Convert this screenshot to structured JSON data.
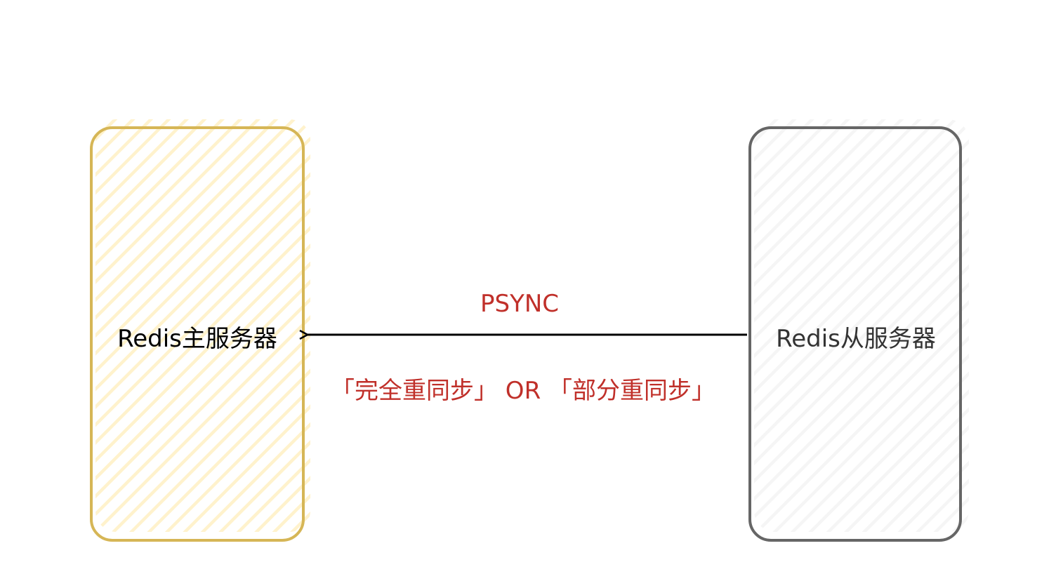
{
  "diagram": {
    "nodes": {
      "master": {
        "label": "Redis主服务器",
        "fill_color": "#fff2cc",
        "stroke_color": "#d6b656",
        "text_color": "#000000"
      },
      "slave": {
        "label": "Redis从服务器",
        "fill_color": "#f5f5f5",
        "stroke_color": "#666666",
        "text_color": "#333333"
      }
    },
    "edge": {
      "label_top": "PSYNC",
      "label_bottom": "「完全重同步」 OR 「部分重同步」",
      "label_color": "#c0302a",
      "line_color": "#000000",
      "direction": "slave-to-master"
    }
  }
}
